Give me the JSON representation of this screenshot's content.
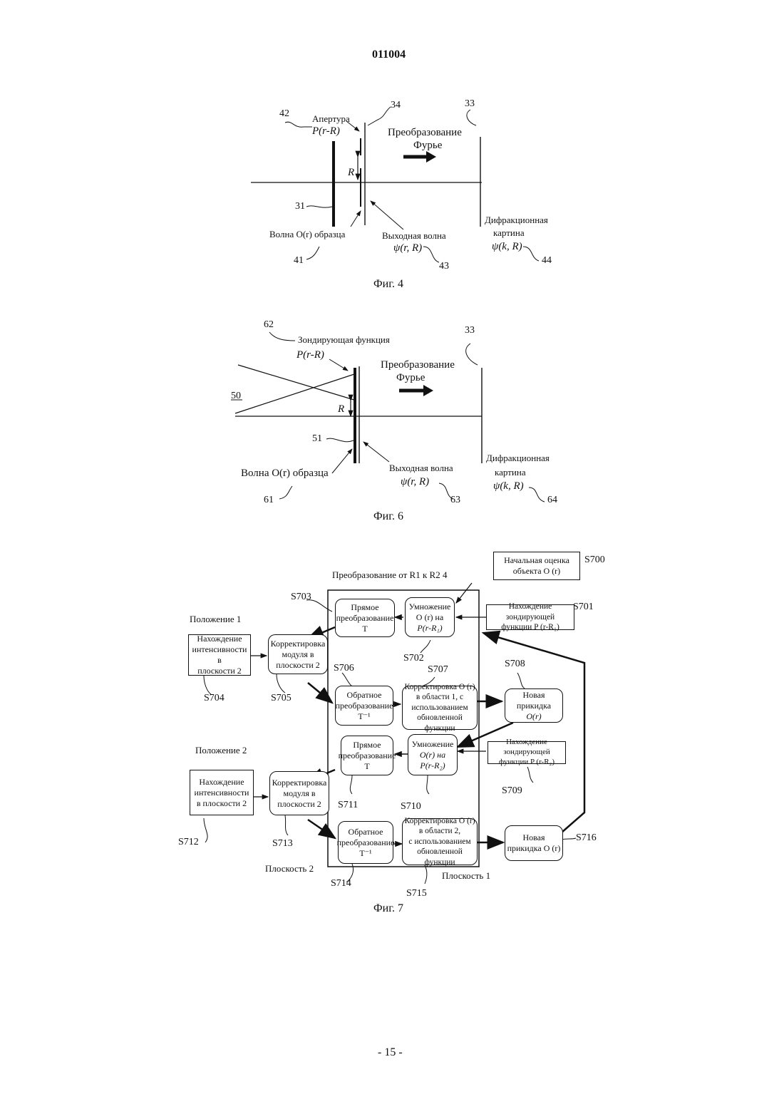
{
  "header": {
    "doc_number": "011004"
  },
  "fig4": {
    "ref_42": "42",
    "ref_34": "34",
    "ref_33": "33",
    "ref_31": "31",
    "ref_41": "41",
    "ref_43": "43",
    "ref_44": "44",
    "aperture": "Апертура",
    "aperture_fn": "P(r-R)",
    "fourier_1": "Преобразование",
    "fourier_2": "Фурье",
    "r_label": "R",
    "wave": "Волна O(r) образца",
    "exit_wave": "Выходная волна",
    "exit_fn": "ψ(r, R)",
    "diff_1": "Дифракционная",
    "diff_2": "картина",
    "diff_fn": "ψ(k, R)",
    "caption": "Фиг. 4"
  },
  "fig6": {
    "ref_62": "62",
    "ref_33": "33",
    "ref_50": "50",
    "ref_51": "51",
    "ref_61": "61",
    "ref_63": "63",
    "ref_64": "64",
    "probe": "Зондирующая функция",
    "probe_fn": "P(r-R)",
    "fourier_1": "Преобразование",
    "fourier_2": "Фурье",
    "r_label": "R",
    "wave": "Волна O(r) образца",
    "exit_wave": "Выходная волна",
    "exit_fn": "ψ(r, R)",
    "diff_1": "Дифракционная",
    "diff_2": "картина",
    "diff_fn": "ψ(k, R)",
    "caption": "Фиг. 6"
  },
  "fig7": {
    "title": "Преобразование от R1 к R2 4",
    "pos1": "Положение 1",
    "pos2": "Положение 2",
    "plane2": "Плоскость 2",
    "plane1": "Плоскость 1",
    "caption": "Фиг. 7",
    "boxes": {
      "s700": "Начальная оценка\nобъекта O (r)",
      "s701": "Нахождение зондирующей\nфункции P (r-R₁)",
      "s702_a": "Умножение\nO (r) на",
      "s702_b": "P(r-R₁)",
      "s703": "Прямое\nпреобразование\nT",
      "s704": "Нахождение\nинтенсивности в\nплоскости 2",
      "s705": "Корректировка\nмодуля в\nплоскости 2",
      "s706": "Обратное\nпреобразование\nT⁻¹",
      "s707": "Корректировка O (r)\nв области 1, с\nиспользованием\nобновленной функции",
      "s708_a": "Новая прикидка",
      "s708_b": "O(r)",
      "s709": "Нахождение зондирующей\nфункции P (r-R₂)",
      "s710_a": "Умножение",
      "s710_b": "O(r) на\nP(r-R₂)",
      "s711": "Прямое\nпреобразование\nT",
      "s712": "Нахождение\nинтенсивности\nв плоскости 2",
      "s713": "Корректировка\nмодуля в\nплоскости 2",
      "s714": "Обратное\nпреобразование\nT⁻¹",
      "s715": "Корректировка O (r)\nв области 2,\nс использованием\nобновленной функции",
      "s716": "Новая\nприкидка O (r)"
    },
    "labels": {
      "s700": "S700",
      "s701": "S701",
      "s702": "S702",
      "s703": "S703",
      "s704": "S704",
      "s705": "S705",
      "s706": "S706",
      "s707": "S707",
      "s708": "S708",
      "s709": "S709",
      "s710": "S710",
      "s711": "S711",
      "s712": "S712",
      "s713": "S713",
      "s714": "S714",
      "s715": "S715",
      "s716": "S716"
    }
  },
  "footer": {
    "page": "- 15 -"
  }
}
